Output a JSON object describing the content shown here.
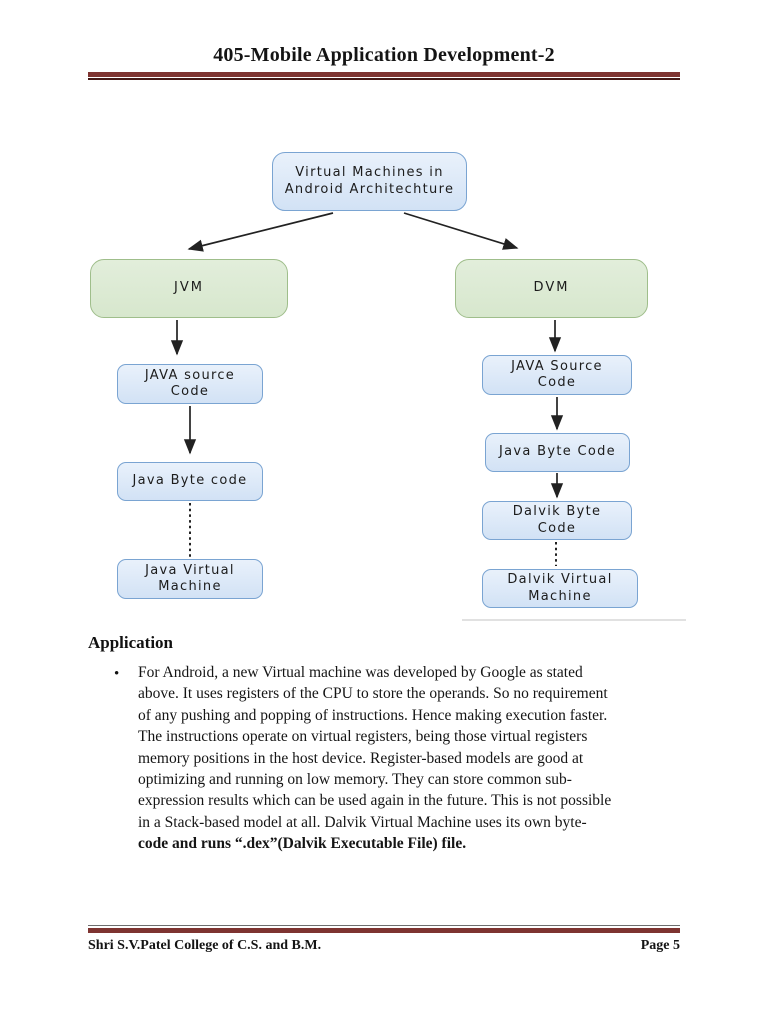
{
  "header": {
    "title": "405-Mobile Application Development-2"
  },
  "diagram": {
    "nodes": {
      "root": {
        "label": "Virtual Machines in\nAndroid Architechture"
      },
      "jvm": {
        "label": "JVM"
      },
      "dvm": {
        "label": "DVM"
      },
      "l1": {
        "label": "JAVA source\nCode"
      },
      "l2": {
        "label": "Java Byte code"
      },
      "l3": {
        "label": "Java Virtual\nMachine"
      },
      "r1": {
        "label": "JAVA Source\nCode"
      },
      "r2": {
        "label": "Java Byte Code"
      },
      "r3": {
        "label": "Dalvik Byte\nCode"
      },
      "r4": {
        "label": "Dalvik Virtual\nMachine"
      }
    }
  },
  "section": {
    "heading": "Application",
    "bullet_glyph": "•",
    "bullet": {
      "lines": [
        "For Android, a new Virtual machine was developed by Google as stated",
        "above. It uses registers of the CPU to store the operands. So no requirement",
        "of any pushing and popping of instructions. Hence making execution faster.",
        "The instructions operate on virtual registers, being those virtual registers",
        "memory positions in the host device. Register-based models are good at",
        "optimizing and running on low memory. They can store common sub-",
        "expression results which can be used again in the future. This is not possible",
        "in a Stack-based model at all. Dalvik Virtual Machine uses its own byte-",
        "code and runs “.dex”(Dalvik Executable File) file."
      ]
    }
  },
  "footer": {
    "left": "Shri S.V.Patel College of C.S. and B.M.",
    "right": "Page 5"
  },
  "colors": {
    "rule_maroon": "#7e3431",
    "rule_dark": "#441815",
    "node_blue_fill": "#d8e6f6",
    "node_blue_border": "#7aa4d2",
    "node_green_fill": "#dbe9d2",
    "node_green_border": "#9fbe8b",
    "arrow": "#222222",
    "text": "#1a1a1a"
  }
}
